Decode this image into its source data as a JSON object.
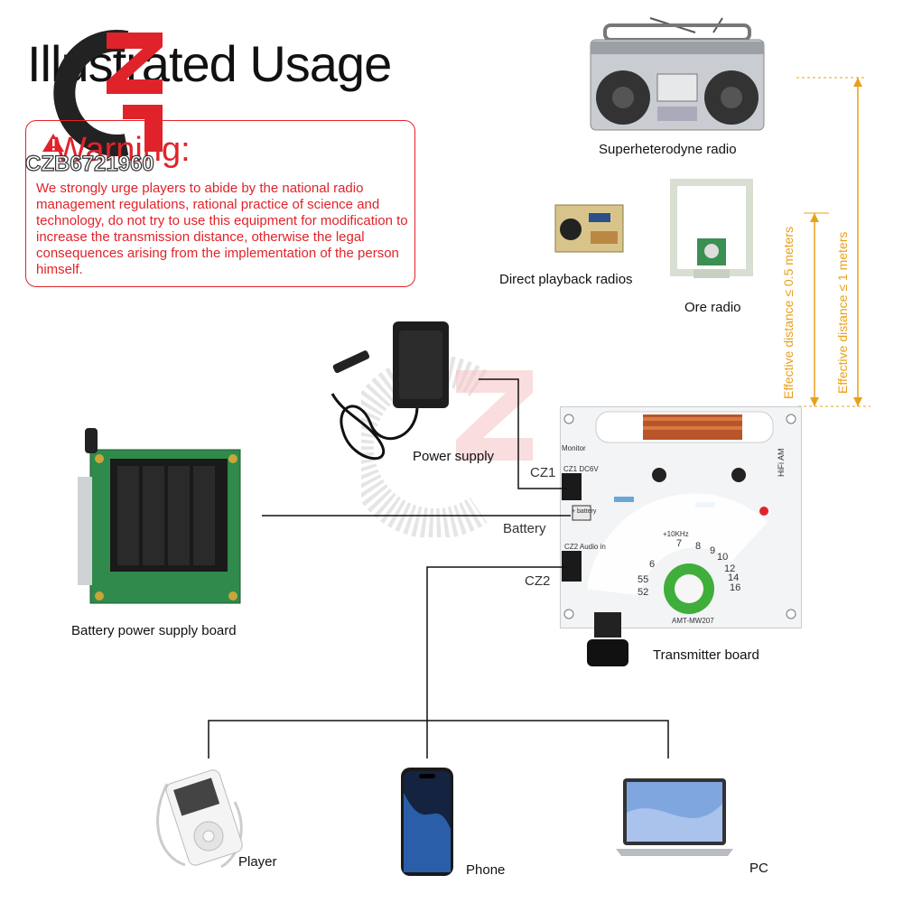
{
  "header": {
    "title": "Illustrated Usage",
    "watermark": "CZB6721960"
  },
  "warning": {
    "title": "Warning:",
    "text": "We strongly urge players to abide by the national radio management regulations, rational practice of science and technology, do not try to use this equipment for modification to increase the transmission distance, otherwise the legal consequences arising from the implementation of the person himself."
  },
  "radios": {
    "superheterodyne": "Superheterodyne radio",
    "direct_playback": "Direct playback radios",
    "ore": "Ore radio"
  },
  "distances": {
    "half_meter": "Effective distance ≤ 0.5 meters",
    "one_meter": "Effective distance ≤ 1 meters"
  },
  "components": {
    "power_supply": "Power supply",
    "battery": "Battery",
    "cz1": "CZ1",
    "cz2": "CZ2",
    "battery_board": "Battery power supply board",
    "transmitter_board": "Transmitter board"
  },
  "board_markings": {
    "monitor": "Monitor",
    "cz1_voltage": "CZ1 DC6V",
    "cz2_audio": "CZ2 Audio in",
    "battery": "+ battery",
    "hifi": "HiFi AM",
    "freq": "+10KHz",
    "model": "AMT-MW207",
    "dial": [
      "52",
      "55",
      "6",
      "7",
      "8",
      "9",
      "10",
      "12",
      "14",
      "16"
    ]
  },
  "sources": {
    "player": "Player",
    "phone": "Phone",
    "pc": "PC"
  },
  "colors": {
    "warning": "#e0232a",
    "distance": "#e8a019",
    "board": "#f2f4f6",
    "pcb_green": "#2f8a4c",
    "knob_green": "#3fae3a"
  }
}
